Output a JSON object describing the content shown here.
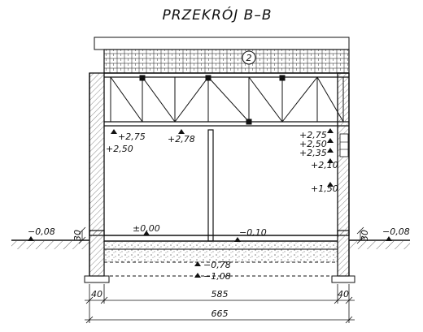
{
  "title": "PRZEKRÓJ B–B",
  "roof_tag": "2",
  "levels": {
    "ext_left": "−0,08",
    "ext_right": "−0,08",
    "wall_top_left": "+2,75",
    "wall_mid_left": "+2,50",
    "ridge_center": "+2,78",
    "right_275": "+2,75",
    "right_250": "+2,50",
    "right_235": "+2,35",
    "right_210": "+2,10",
    "right_150": "+1,50",
    "floor_left": "±0,00",
    "floor_right": "−0,10",
    "found_078": "−0,78",
    "found_108": "−1,08"
  },
  "dims": {
    "plinth_left": "30",
    "plinth_right": "30",
    "wall_left": "40",
    "span_inner": "585",
    "wall_right": "40",
    "overall": "665"
  },
  "colors": {
    "line": "#111111",
    "hatch": "#555555",
    "gravel": "#777777"
  }
}
